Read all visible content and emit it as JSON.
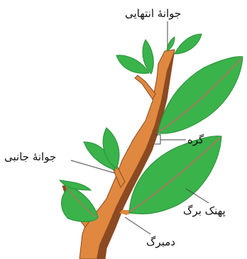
{
  "labels": {
    "terminal_bud": "جوانهٔ انتهایی",
    "node": "گره",
    "lateral_bud": "جوانهٔ جانبی",
    "leaf_blade": "پهنک برگ",
    "petiole": "دمبرگ"
  },
  "colors": {
    "stem": "#e0883f",
    "stem_shadow": "#8b4a22",
    "leaf": "#39b34a",
    "leaf_dark": "#2c8f3a",
    "vein": "#a7795f",
    "line": "#444444"
  }
}
